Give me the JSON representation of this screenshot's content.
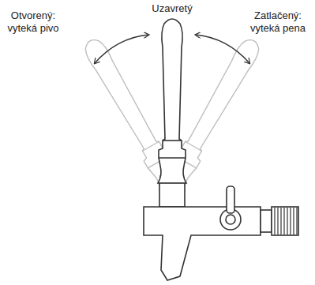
{
  "diagram": {
    "labels": [
      "Uzavretý",
      "Otvorený: vyteká pivo",
      "Zatlačený: vyteká pena"
    ]
  }
}
